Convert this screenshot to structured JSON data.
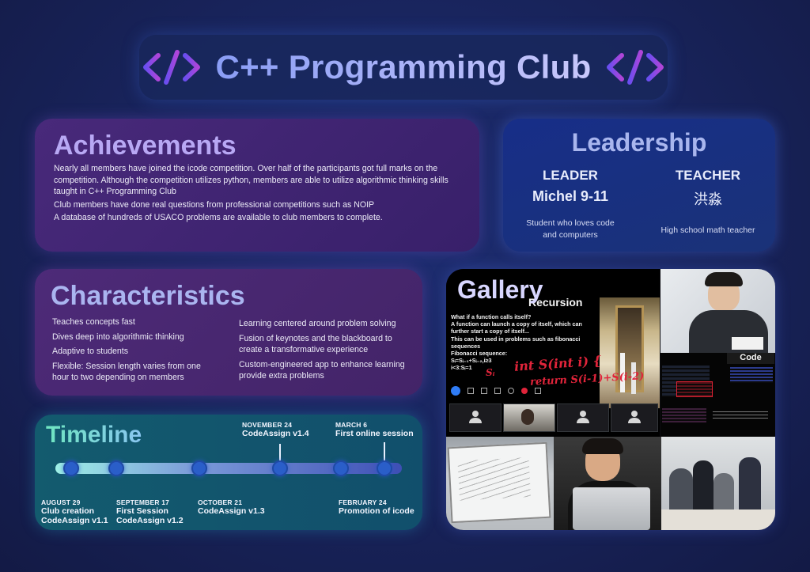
{
  "title": "C++ Programming Club",
  "achievements": {
    "heading": "Achievements",
    "items": [
      "Nearly all members have joined the icode competition. Over half of the participants got full marks on the competition. Although the competition utilizes python, members are able to utilize algorithmic thinking skills taught in C++ Programming Club",
      "Club members have done real questions from professional competitions such as NOIP",
      "A database of hundreds of USACO problems are available to club members to complete."
    ]
  },
  "leadership": {
    "heading": "Leadership",
    "leader": {
      "role": "LEADER",
      "name": "Michel 9-11",
      "desc": "Student who loves code and computers"
    },
    "teacher": {
      "role": "TEACHER",
      "name": "洪淼",
      "desc": "High school math teacher"
    }
  },
  "characteristics": {
    "heading": "Characteristics",
    "left": [
      "Teaches concepts fast",
      "Dives deep into algorithmic thinking",
      "Adaptive to students",
      "Flexible: Session length varies from one hour to two depending on members"
    ],
    "right": [
      "Learning centered around problem solving",
      "Fusion of keynotes and the blackboard to create a transformative experience",
      "Custom-engineered app to enhance learning provide extra problems"
    ]
  },
  "timeline": {
    "heading": "Timeline",
    "events": [
      {
        "date": "AUGUST 29",
        "lines": [
          "Club creation",
          "CodeAssign v1.1"
        ]
      },
      {
        "date": "SEPTEMBER 17",
        "lines": [
          "First Session",
          "CodeAssign v1.2"
        ]
      },
      {
        "date": "OCTOBER 21",
        "lines": [
          "CodeAssign v1.3"
        ]
      },
      {
        "date": "NOVEMBER 24",
        "lines": [
          "CodeAssign v1.4"
        ]
      },
      {
        "date": "FEBRUARY 24",
        "lines": [
          "Promotion of icode"
        ]
      },
      {
        "date": "MARCH 6",
        "lines": [
          "First online session"
        ]
      }
    ]
  },
  "gallery": {
    "heading": "Gallery",
    "slide_title": "Recursion",
    "slide_lines": [
      "What if a function calls itself?",
      "A function can launch a copy of itself, which can further start a copy of itself...",
      "This can be used in problems such as fibonacci sequences",
      "Fibonacci sequence:",
      "Sᵢ=Sᵢ₋₁+Sᵢ₋₂,i≥3",
      "i<3:Sᵢ=1"
    ],
    "handwriting_1": "int S(int i) {",
    "handwriting_2": "return S(i-1)+S(i-2)",
    "handwriting_3": "Sᵢ",
    "code_title": "Code"
  },
  "colors": {
    "achievements_bg": "#48297a",
    "leadership_bg": "#172e88",
    "characteristics_bg": "#4d2a78",
    "timeline_bg": "#135b6e",
    "heading_purple": "#b8a8f4",
    "page_bg": "#18235a"
  }
}
